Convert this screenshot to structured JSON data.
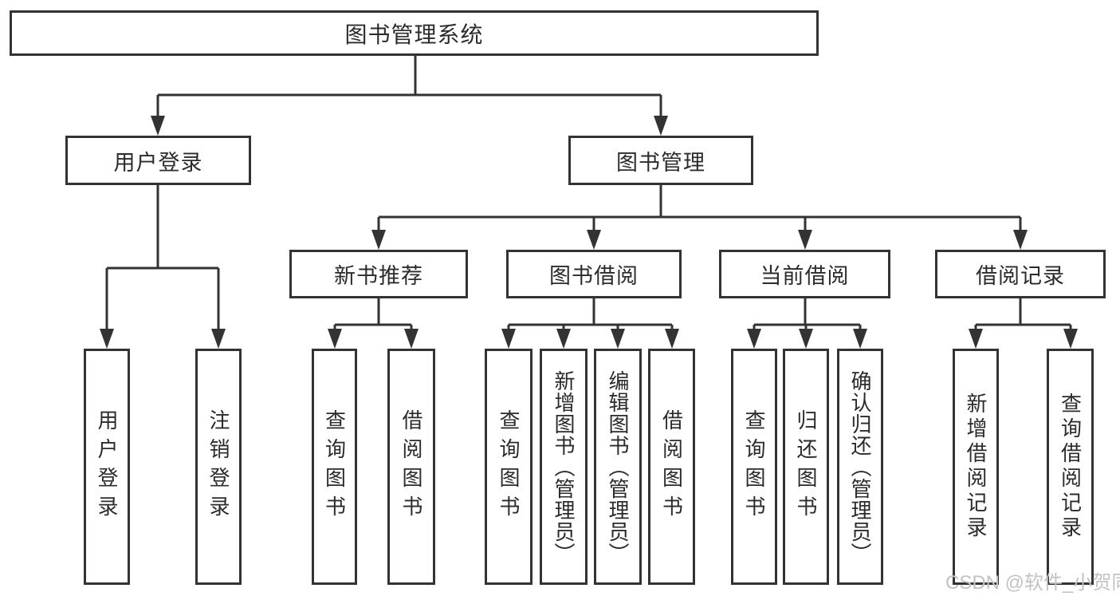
{
  "tree": {
    "label": "图书管理系统",
    "children": [
      {
        "label": "用户登录",
        "children": [
          {
            "label": "用户登录"
          },
          {
            "label": "注销登录"
          }
        ]
      },
      {
        "label": "图书管理",
        "children": [
          {
            "label": "新书推荐",
            "children": [
              {
                "label": "查询图书"
              },
              {
                "label": "借阅图书"
              }
            ]
          },
          {
            "label": "图书借阅",
            "children": [
              {
                "label": "查询图书"
              },
              {
                "label": "新增图书（管理员）"
              },
              {
                "label": "编辑图书（管理员）"
              },
              {
                "label": "借阅图书"
              }
            ]
          },
          {
            "label": "当前借阅",
            "children": [
              {
                "label": "查询图书"
              },
              {
                "label": "归还图书"
              },
              {
                "label": "确认归还（管理员）"
              }
            ]
          },
          {
            "label": "借阅记录",
            "children": [
              {
                "label": "新增借阅记录"
              },
              {
                "label": "查询借阅记录"
              }
            ]
          }
        ]
      }
    ]
  },
  "watermark": {
    "text": "CSDN @软件_小贺同学"
  },
  "colors": {
    "line": "#333333",
    "box_border": "#333333",
    "text": "#2b2b2b",
    "watermark": "#c2c2c2",
    "background": "#ffffff"
  }
}
